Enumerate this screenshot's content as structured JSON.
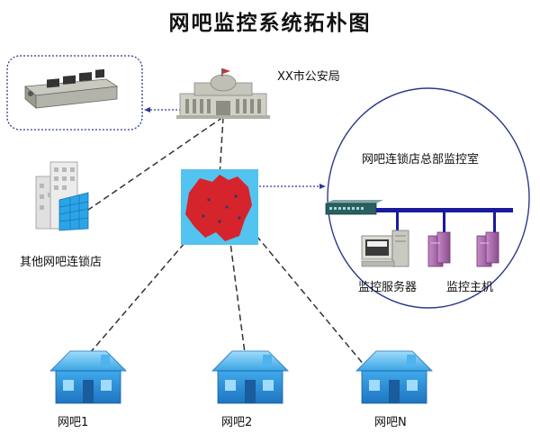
{
  "title": "网吧监控系统拓朴图",
  "nodes": {
    "police": "XX市公安局",
    "hq_room": "网吧连锁店总部监控室",
    "other_chain": "其他网吧连锁店",
    "monitor_server": "监控服务器",
    "monitor_host": "监控主机",
    "cafe_1": "网吧1",
    "cafe_2": "网吧2",
    "cafe_n": "网吧N"
  },
  "colors": {
    "link": "#2d3a8c",
    "map_bg": "#53c3ef",
    "map_land": "#d6242c",
    "house": "#2f8fd8",
    "house_roof": "#6cc3f2",
    "building": "#d9d9d9",
    "building_blue": "#2aa4e6",
    "bus": "#1a1a9e",
    "host": "#b06bb0"
  }
}
